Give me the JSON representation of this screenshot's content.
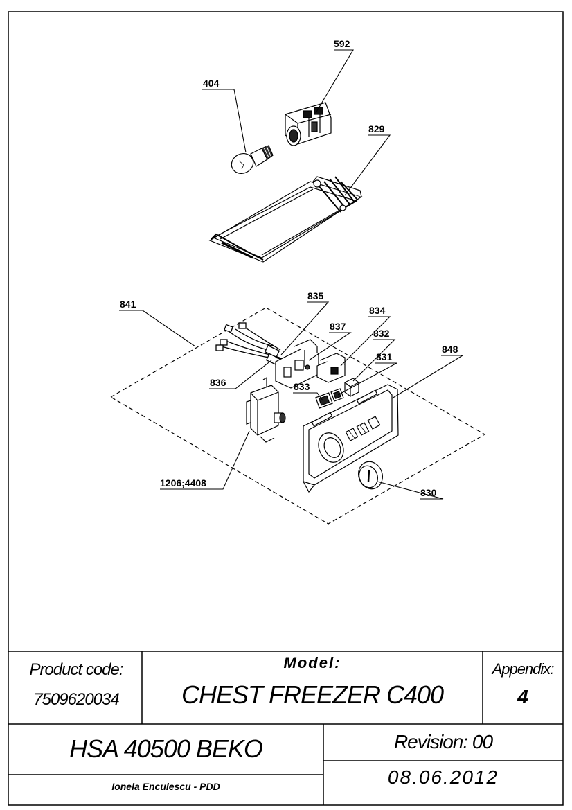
{
  "callouts": {
    "c592": "592",
    "c404": "404",
    "c829": "829",
    "c835": "835",
    "c841": "841",
    "c834": "834",
    "c837": "837",
    "c832": "832",
    "c848": "848",
    "c831": "831",
    "c836": "836",
    "c833": "833",
    "c1206": "1206;4408",
    "c830": "830"
  },
  "title_block": {
    "product_code_label": "Product code:",
    "product_code": "7509620034",
    "model_label": "Model:",
    "model": "CHEST FREEZER C400",
    "appendix_label": "Appendix:",
    "appendix": "4",
    "hsa": "HSA 40500 BEKO",
    "revision": "Revision: 00",
    "author": "Ionela Enculescu - PDD",
    "date": "08.06.2012"
  }
}
